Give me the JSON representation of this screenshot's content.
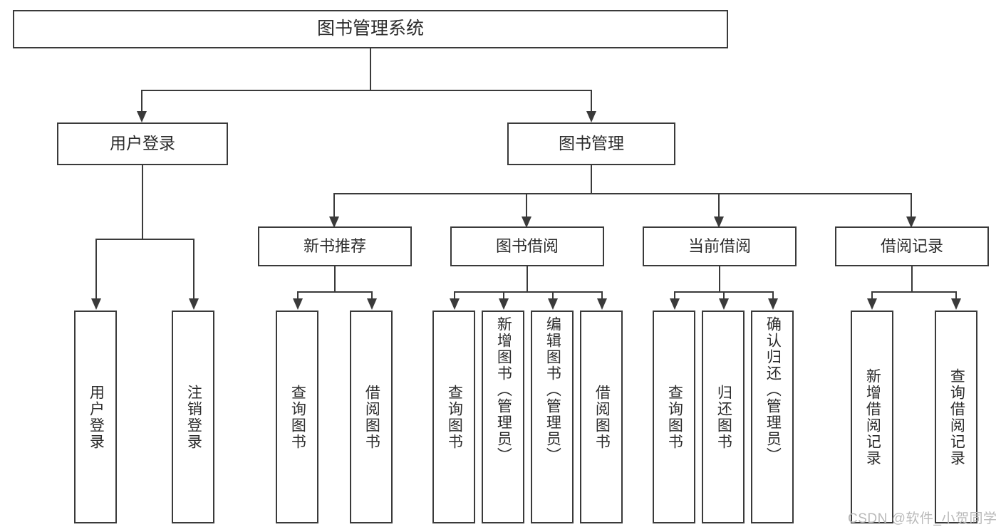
{
  "diagram": {
    "title": "图书管理系统",
    "type": "hierarchy-tree",
    "root": {
      "label": "图书管理系统"
    },
    "level1": [
      {
        "label": "用户登录"
      },
      {
        "label": "图书管理"
      }
    ],
    "level2": [
      {
        "label": "新书推荐",
        "parent": "图书管理"
      },
      {
        "label": "图书借阅",
        "parent": "图书管理"
      },
      {
        "label": "当前借阅",
        "parent": "图书管理"
      },
      {
        "label": "借阅记录",
        "parent": "图书管理"
      }
    ],
    "leaves": {
      "user_login": [
        {
          "label": "用户登录"
        },
        {
          "label": "注销登录"
        }
      ],
      "new_book_recommend": [
        {
          "label": "查询图书"
        },
        {
          "label": "借阅图书"
        }
      ],
      "book_borrow": [
        {
          "label": "查询图书"
        },
        {
          "label": "新增图书（管理员）"
        },
        {
          "label": "编辑图书（管理员）"
        },
        {
          "label": "借阅图书"
        }
      ],
      "current_borrow": [
        {
          "label": "查询图书"
        },
        {
          "label": "归还图书"
        },
        {
          "label": "确认归还（管理员）"
        }
      ],
      "borrow_record": [
        {
          "label": "新增借阅记录"
        },
        {
          "label": "查询借阅记录"
        }
      ]
    }
  },
  "watermark": {
    "text": "CSDN @软件_小贺同学"
  },
  "colors": {
    "stroke": "#3a3a3a",
    "text": "#2b2b2b",
    "background": "#ffffff",
    "watermark": "#b9b9b9"
  }
}
